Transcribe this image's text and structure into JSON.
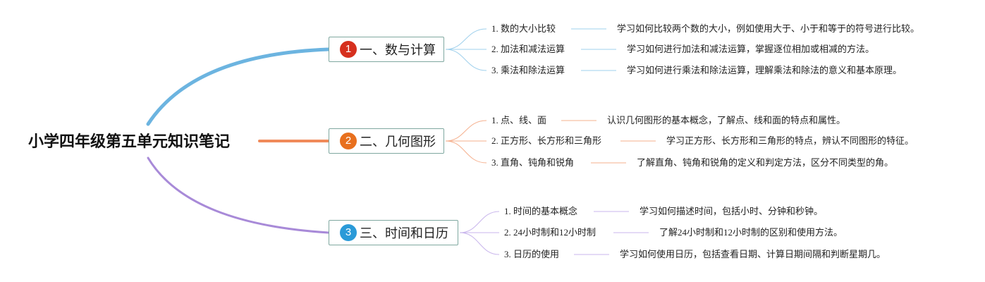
{
  "root": {
    "title": "小学四年级第五单元知识笔记"
  },
  "branches": [
    {
      "number": "1",
      "title": "一、数与计算",
      "color": "#6cb4e0",
      "badge_color": "#d6301e",
      "topics": [
        {
          "label": "1. 数的大小比较",
          "detail": "学习如何比较两个数的大小，例如使用大于、小于和等于的符号进行比较。"
        },
        {
          "label": "2. 加法和减法运算",
          "detail": "学习如何进行加法和减法运算，掌握逐位相加或相减的方法。"
        },
        {
          "label": "3. 乘法和除法运算",
          "detail": "学习如何进行乘法和除法运算，理解乘法和除法的意义和基本原理。"
        }
      ]
    },
    {
      "number": "2",
      "title": "二、几何图形",
      "color": "#f08a5a",
      "badge_color": "#e8701e",
      "topics": [
        {
          "label": "1. 点、线、面",
          "detail": "认识几何图形的基本概念，了解点、线和面的特点和属性。"
        },
        {
          "label": "2. 正方形、长方形和三角形",
          "detail": "学习正方形、长方形和三角形的特点，辨认不同图形的特征。"
        },
        {
          "label": "3. 直角、钝角和锐角",
          "detail": "了解直角、钝角和锐角的定义和判定方法，区分不同类型的角。"
        }
      ]
    },
    {
      "number": "3",
      "title": "三、时间和日历",
      "color": "#a88ad8",
      "badge_color": "#2a9ad8",
      "topics": [
        {
          "label": "1. 时间的基本概念",
          "detail": "学习如何描述时间，包括小时、分钟和秒钟。"
        },
        {
          "label": "2. 24小时制和12小时制",
          "detail": "了解24小时制和12小时制的区别和使用方法。"
        },
        {
          "label": "3. 日历的使用",
          "detail": "学习如何使用日历，包括查看日期、计算日期间隔和判断星期几。"
        }
      ]
    }
  ]
}
